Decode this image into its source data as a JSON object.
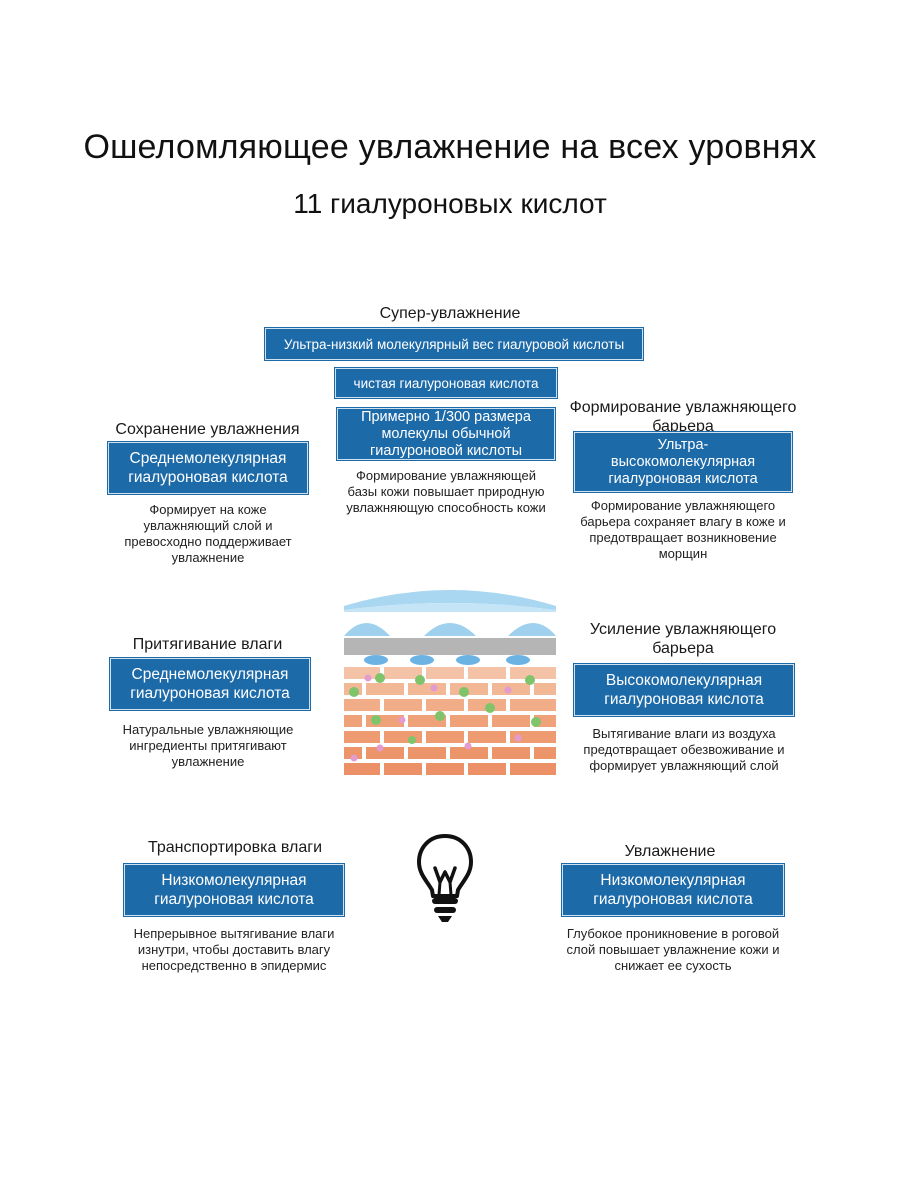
{
  "title": "Ошеломляющее увлажнение на всех уровнях",
  "subtitle": "11 гиалуроновых кислот",
  "super": {
    "heading": "Супер-увлажнение",
    "box1": "Ультра-низкий молекулярный вес гиалуровой кислоты",
    "box2": "чистая гиалуроновая кислота",
    "box3": "Примерно 1/300 размера молекулы обычной гиалуроновой кислоты",
    "desc": "Формирование увлажняющей базы кожи повышает природную увлажняющую способность кожи"
  },
  "retain": {
    "heading": "Сохранение увлажнения",
    "box": "Среднемолекулярная гиалуроновая кислота",
    "desc": "Формирует на коже увлажняющий слой и превосходно поддерживает увлажнение"
  },
  "barrier": {
    "heading": "Формирование увлажняющего барьера",
    "box": "Ультра-высокомолекулярная гиалуроновая кислота",
    "desc": "Формирование увлажняющего барьера сохраняет влагу в коже и предотвращает возникновение морщин"
  },
  "attract": {
    "heading": "Притягивание влаги",
    "box": "Среднемолекулярная гиалуроновая кислота",
    "desc": "Натуральные увлажняющие ингредиенты притягивают увлажнение"
  },
  "strengthen": {
    "heading": "Усиление увлажняющего барьера",
    "box": "Высокомолекулярная гиалуроновая кислота",
    "desc": "Вытягивание влаги из воздуха предотвращает обезвоживание и формирует увлажняющий слой"
  },
  "transport": {
    "heading": "Транспортировка влаги",
    "box": "Низкомолекулярная гиалуроновая кислота",
    "desc": "Непрерывное вытягивание влаги изнутри, чтобы доставить влагу непосредственно в эпидермис"
  },
  "moisturize": {
    "heading": "Увлажнение",
    "box": "Низкомолекулярная гиалуроновая кислота",
    "desc": "Глубокое проникновение в роговой слой повышает увлажнение кожи и снижает ее сухость"
  },
  "colors": {
    "box_blue": "#1d6aa9",
    "brick": "#f1b08a",
    "dot_green": "#7fc46a",
    "dot_pink": "#e39bd0",
    "gel_blue": "#9fd0ee"
  },
  "icons": [
    "lightbulb-icon",
    "skin-layers-illustration"
  ]
}
